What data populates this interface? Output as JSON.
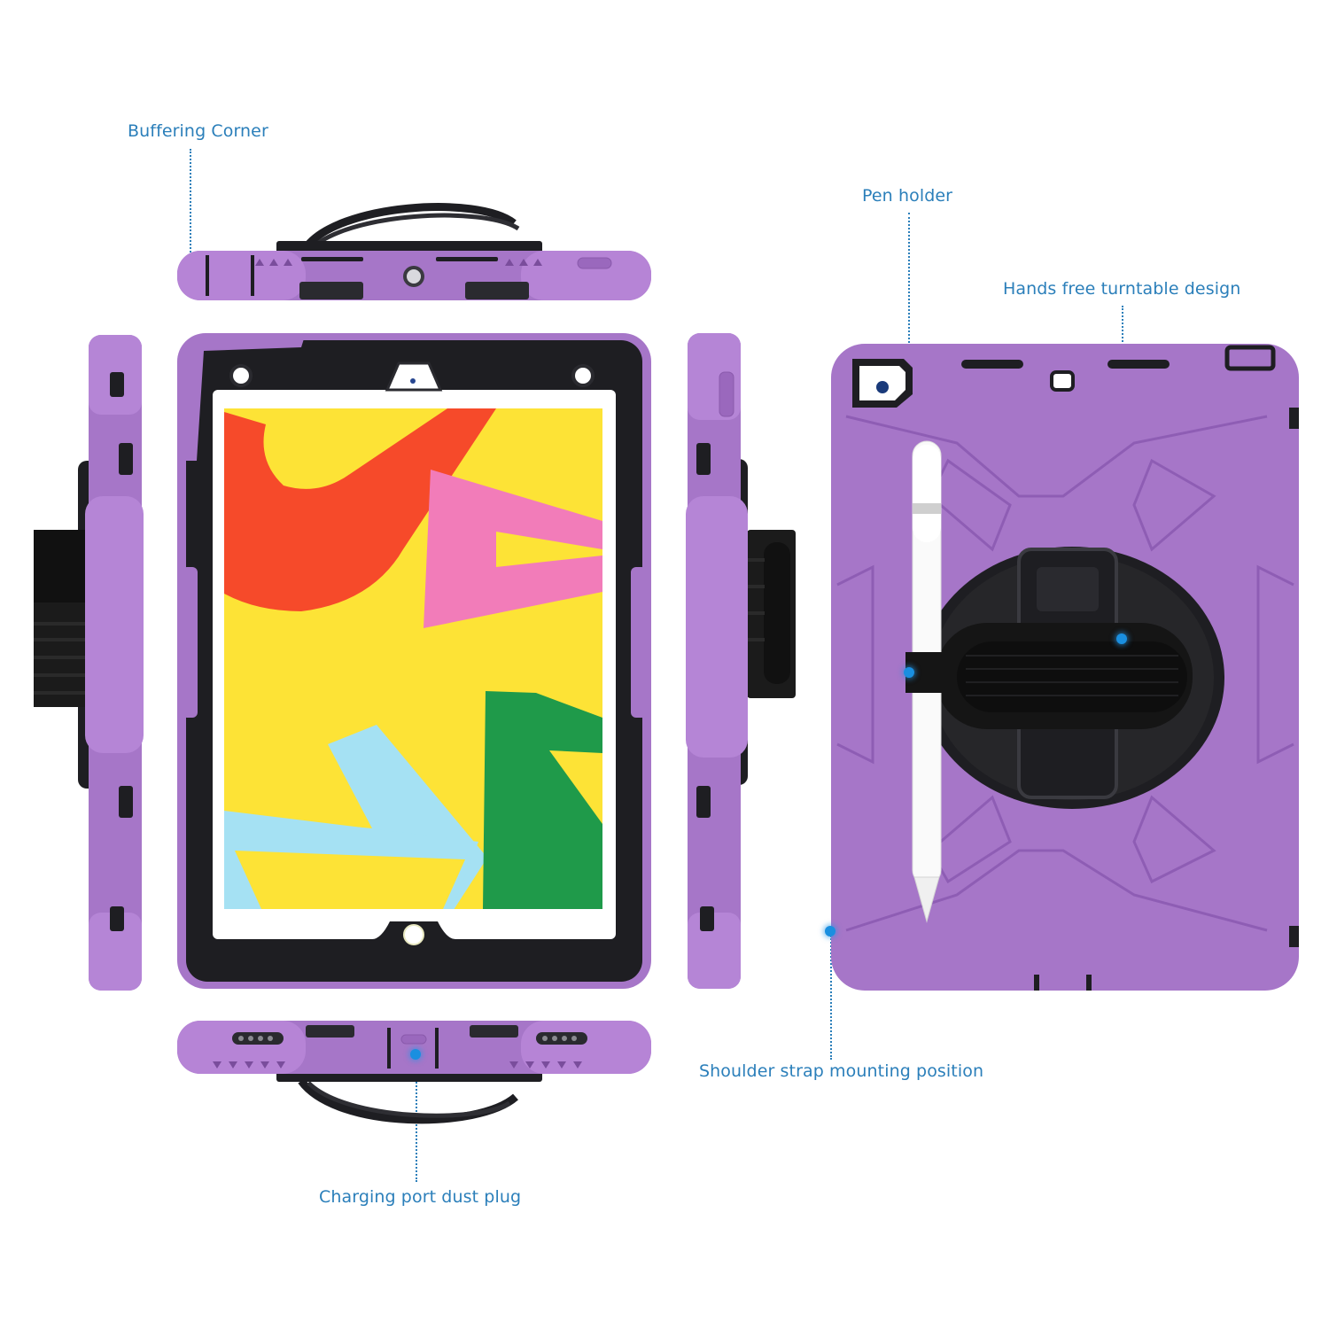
{
  "callouts": {
    "buffering_corner": "Buffering Corner",
    "pen_holder": "Pen holder",
    "turntable": "Hands free turntable design",
    "shoulder_strap": "Shoulder strap mounting position",
    "charging_port": "Charging port dust plug"
  },
  "colors": {
    "case_purple": "#a676c8",
    "case_purple_dark": "#8b5cb0",
    "frame_black": "#1e1e22",
    "callout_blue": "#2b7fba",
    "dot_blue": "#1a8fe0",
    "screen_yellow": "#fde336",
    "screen_red": "#f64a2a",
    "screen_pink": "#f27cb9",
    "screen_lightblue": "#a5e1f3",
    "screen_green": "#1f9a4a"
  },
  "views": [
    "top-edge",
    "left-side",
    "front",
    "right-side",
    "bottom-edge",
    "back"
  ]
}
